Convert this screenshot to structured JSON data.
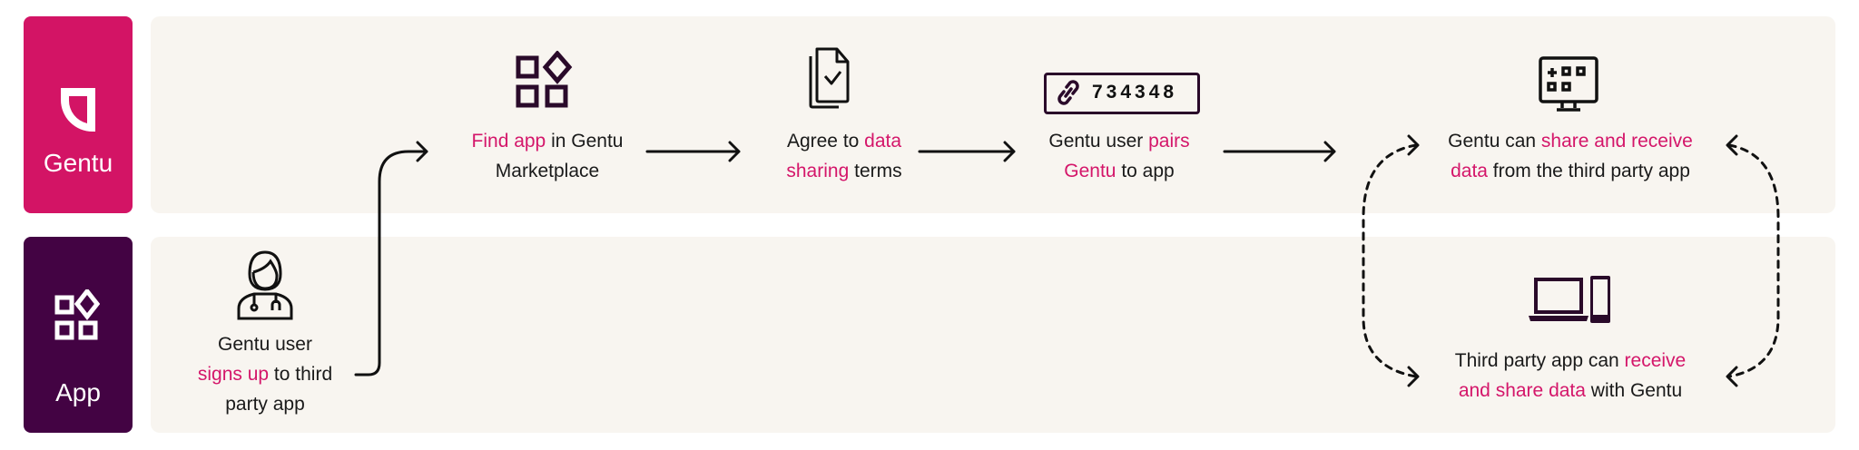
{
  "lanes": {
    "gentu": {
      "label": "Gentu",
      "color": "#d31465"
    },
    "app": {
      "label": "App",
      "color": "#430343"
    }
  },
  "steps": {
    "signup": {
      "l1": "Gentu user",
      "l2a": "signs up",
      "l2b": " to third",
      "l3": "party app"
    },
    "find": {
      "l1a": "Find app",
      "l1b": " in Gentu",
      "l2": "Marketplace"
    },
    "agree": {
      "l1a": "Agree to ",
      "l1b": "data",
      "l2a": "sharing",
      "l2b": " terms"
    },
    "pair": {
      "code": "734348",
      "l1a": "Gentu user ",
      "l1b": "pairs",
      "l2a": "Gentu",
      "l2b": " to app"
    },
    "gentu_share": {
      "l1a": "Gentu can ",
      "l1b": "share and receive",
      "l2a": "data",
      "l2b": " from the third party app"
    },
    "app_share": {
      "l1a": "Third party app can ",
      "l1b": "receive",
      "l2a": "and share data",
      "l2b": " with Gentu"
    }
  },
  "colors": {
    "highlight": "#d4166a",
    "panel": "#f8f5f0",
    "ink": "#1a1a1a",
    "icon_dark": "#2a0a2a"
  }
}
